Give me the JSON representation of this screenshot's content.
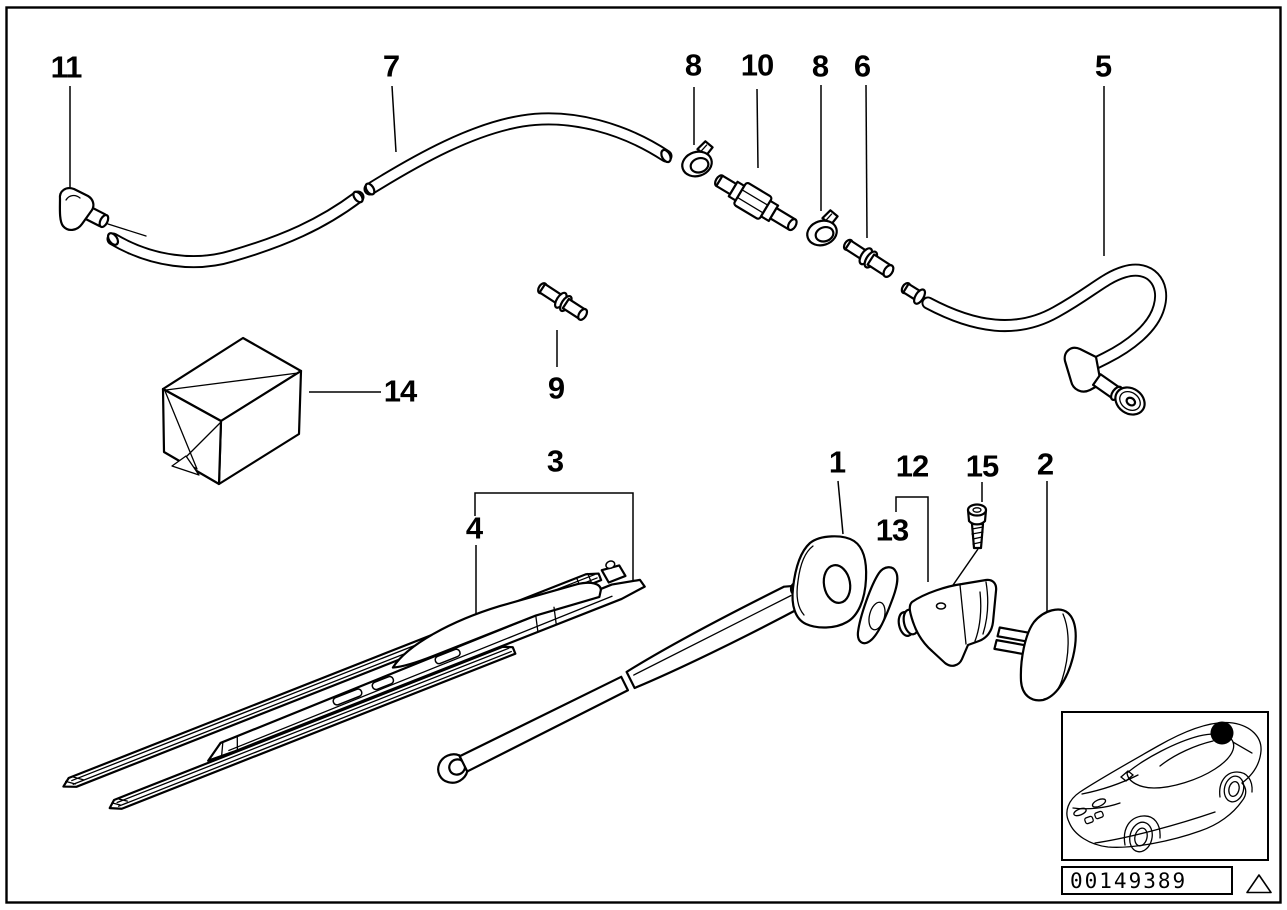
{
  "diagram": {
    "background_color": "#ffffff",
    "line_color": "#000000",
    "callouts": [
      {
        "label": "11"
      },
      {
        "label": "7"
      },
      {
        "label": "8"
      },
      {
        "label": "10"
      },
      {
        "label": "8"
      },
      {
        "label": "6"
      },
      {
        "label": "5"
      },
      {
        "label": "14"
      },
      {
        "label": "9"
      },
      {
        "label": "3"
      },
      {
        "label": "4"
      },
      {
        "label": "1"
      },
      {
        "label": "12"
      },
      {
        "label": "13"
      },
      {
        "label": "15"
      },
      {
        "label": "2"
      }
    ],
    "plate": {
      "part_number": "00149389",
      "warning_icon": "warning-triangle-icon",
      "location_marker_color": "#000000"
    }
  }
}
